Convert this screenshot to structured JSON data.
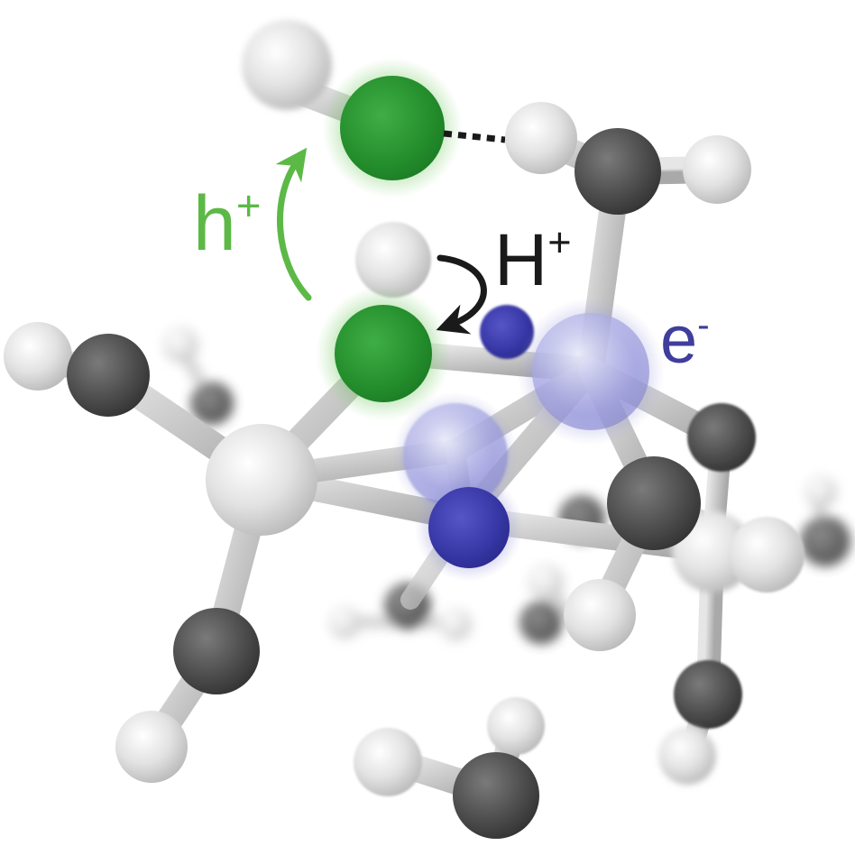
{
  "labels": {
    "hole": {
      "base": "h",
      "sup": "+"
    },
    "proton": {
      "base": "H",
      "sup": "+"
    },
    "electron": {
      "base": "e",
      "sup": "-"
    }
  },
  "colors": {
    "hole_green": "#5cb946",
    "green_atom": "#2e9a33",
    "electron_blue": "#3f3e9c",
    "blue_atom": "#3b3ba8",
    "proton_black": "#1a1a1a",
    "dark_atom": "#4a4a4a",
    "light_atom": "#dcdcdc",
    "bond": "#c8c8c8"
  }
}
